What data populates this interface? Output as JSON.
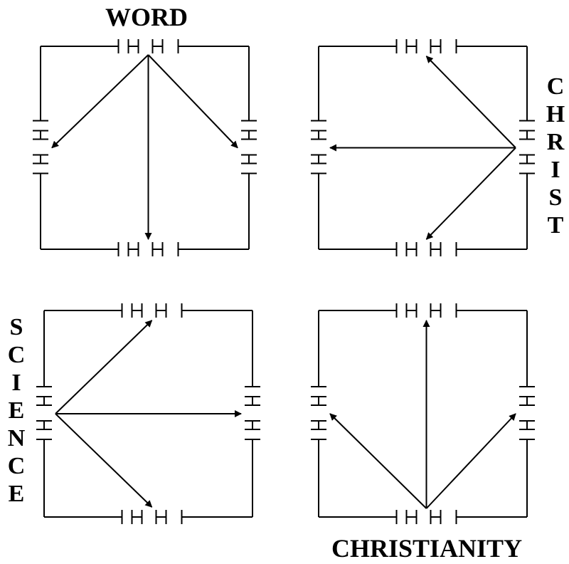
{
  "labels": {
    "word": "WORD",
    "christ": [
      "C",
      "H",
      "R",
      "I",
      "S",
      "T"
    ],
    "science": [
      "S",
      "C",
      "I",
      "E",
      "N",
      "C",
      "E"
    ],
    "christianity": "CHRISTIANITY"
  },
  "colors": {
    "stroke": "#000000",
    "background": "#ffffff"
  },
  "panels": [
    {
      "name": "panel-word",
      "source": "top",
      "targets": [
        "left",
        "bottom",
        "right"
      ]
    },
    {
      "name": "panel-christ",
      "source": "right",
      "targets": [
        "top",
        "left",
        "bottom"
      ]
    },
    {
      "name": "panel-science",
      "source": "left",
      "targets": [
        "top",
        "right",
        "bottom"
      ]
    },
    {
      "name": "panel-christianity",
      "source": "bottom",
      "targets": [
        "left",
        "top",
        "right"
      ]
    }
  ]
}
